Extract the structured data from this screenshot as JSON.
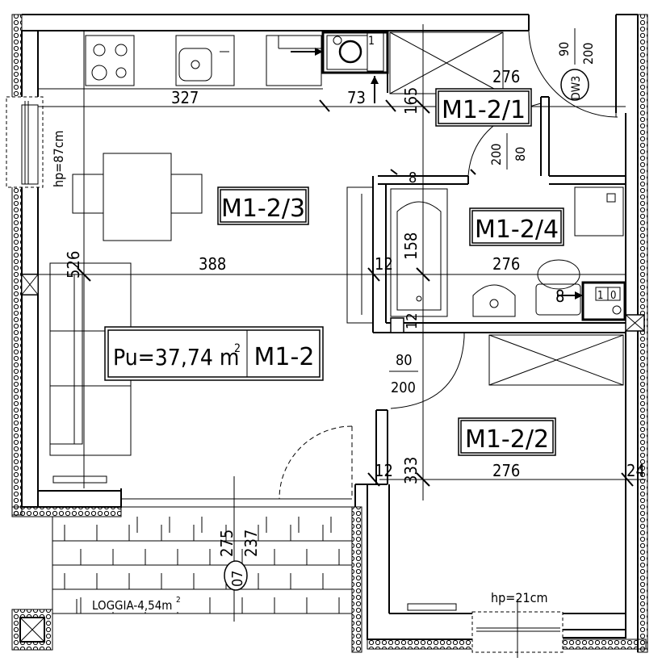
{
  "rooms": {
    "salon": "M1-2/3",
    "lazienka": "M1-2/4",
    "przedpokoj": "M1-2/1",
    "sypialnia": "M1-2/2"
  },
  "area": {
    "value": "Pu=37,74 m",
    "sup": "2",
    "apt": "M1-2"
  },
  "loggia": {
    "label": "LOGGIA-4,54m",
    "sup": "2"
  },
  "window_notes": {
    "hp87": "hp=87cm",
    "hp21": "hp=21cm"
  },
  "door_tags": {
    "dw3": "DW3",
    "d07": "07"
  },
  "dims": {
    "d327": "327",
    "d73": "73",
    "d165": "165",
    "d276a": "276",
    "d526": "526",
    "d388": "388",
    "d12a": "12",
    "d158": "158",
    "d276b": "276",
    "d8a": "8",
    "d12b": "12",
    "d12c": "12",
    "d333": "333",
    "d276c": "276",
    "d24": "24",
    "d8b": "8",
    "d275": "275",
    "d237": "237"
  },
  "door_sizes": {
    "top_w": "90",
    "top_h": "200",
    "bath_w": "80",
    "bath_h": "200",
    "bed_w": "80",
    "bed_h": "200"
  },
  "meter": {
    "one": "1",
    "one_b": "1",
    "zero": "0"
  }
}
